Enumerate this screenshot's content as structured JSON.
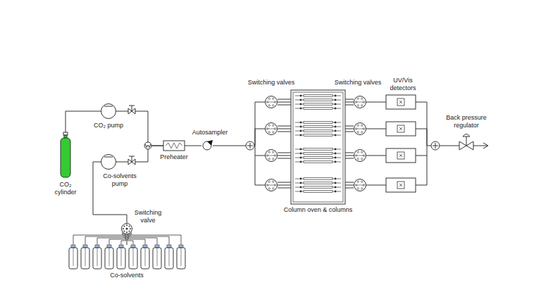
{
  "diagram": {
    "nodes": [
      {
        "text": [
          "CO₂ cylinder"
        ]
      },
      {
        "text": [
          "CO₂ pump"
        ]
      },
      {
        "text": [
          "Co-solvents pump"
        ]
      },
      {
        "text": [
          "Switching valve"
        ]
      },
      {
        "text": [
          "Co-solvents"
        ]
      },
      {
        "text": [
          "Preheater"
        ]
      },
      {
        "text": [
          "Autosampler"
        ]
      },
      {
        "text": [
          "Switching valves"
        ]
      },
      {
        "text": [
          "Column oven & columns"
        ]
      },
      {
        "text": [
          "Switching valves"
        ]
      },
      {
        "text": [
          "UV/Vis detectors"
        ]
      },
      {
        "text": [
          "Back pressure regulator"
        ]
      }
    ],
    "edges": [
      {
        "from": 0,
        "to": 1,
        "arrow": "none"
      },
      {
        "from": 1,
        "to": 5,
        "arrow": "none"
      },
      {
        "from": 2,
        "to": 5,
        "arrow": "none"
      },
      {
        "from": 4,
        "to": 3,
        "arrow": "none"
      },
      {
        "from": 3,
        "to": 2,
        "arrow": "none"
      },
      {
        "from": 5,
        "to": 6,
        "arrow": "none"
      },
      {
        "from": 6,
        "to": 7,
        "arrow": "none"
      },
      {
        "from": 7,
        "to": 8,
        "arrow": "none"
      },
      {
        "from": 8,
        "to": 9,
        "arrow": "none"
      },
      {
        "from": 9,
        "to": 10,
        "arrow": "none"
      },
      {
        "from": 10,
        "to": 11,
        "arrow": "none"
      }
    ]
  }
}
